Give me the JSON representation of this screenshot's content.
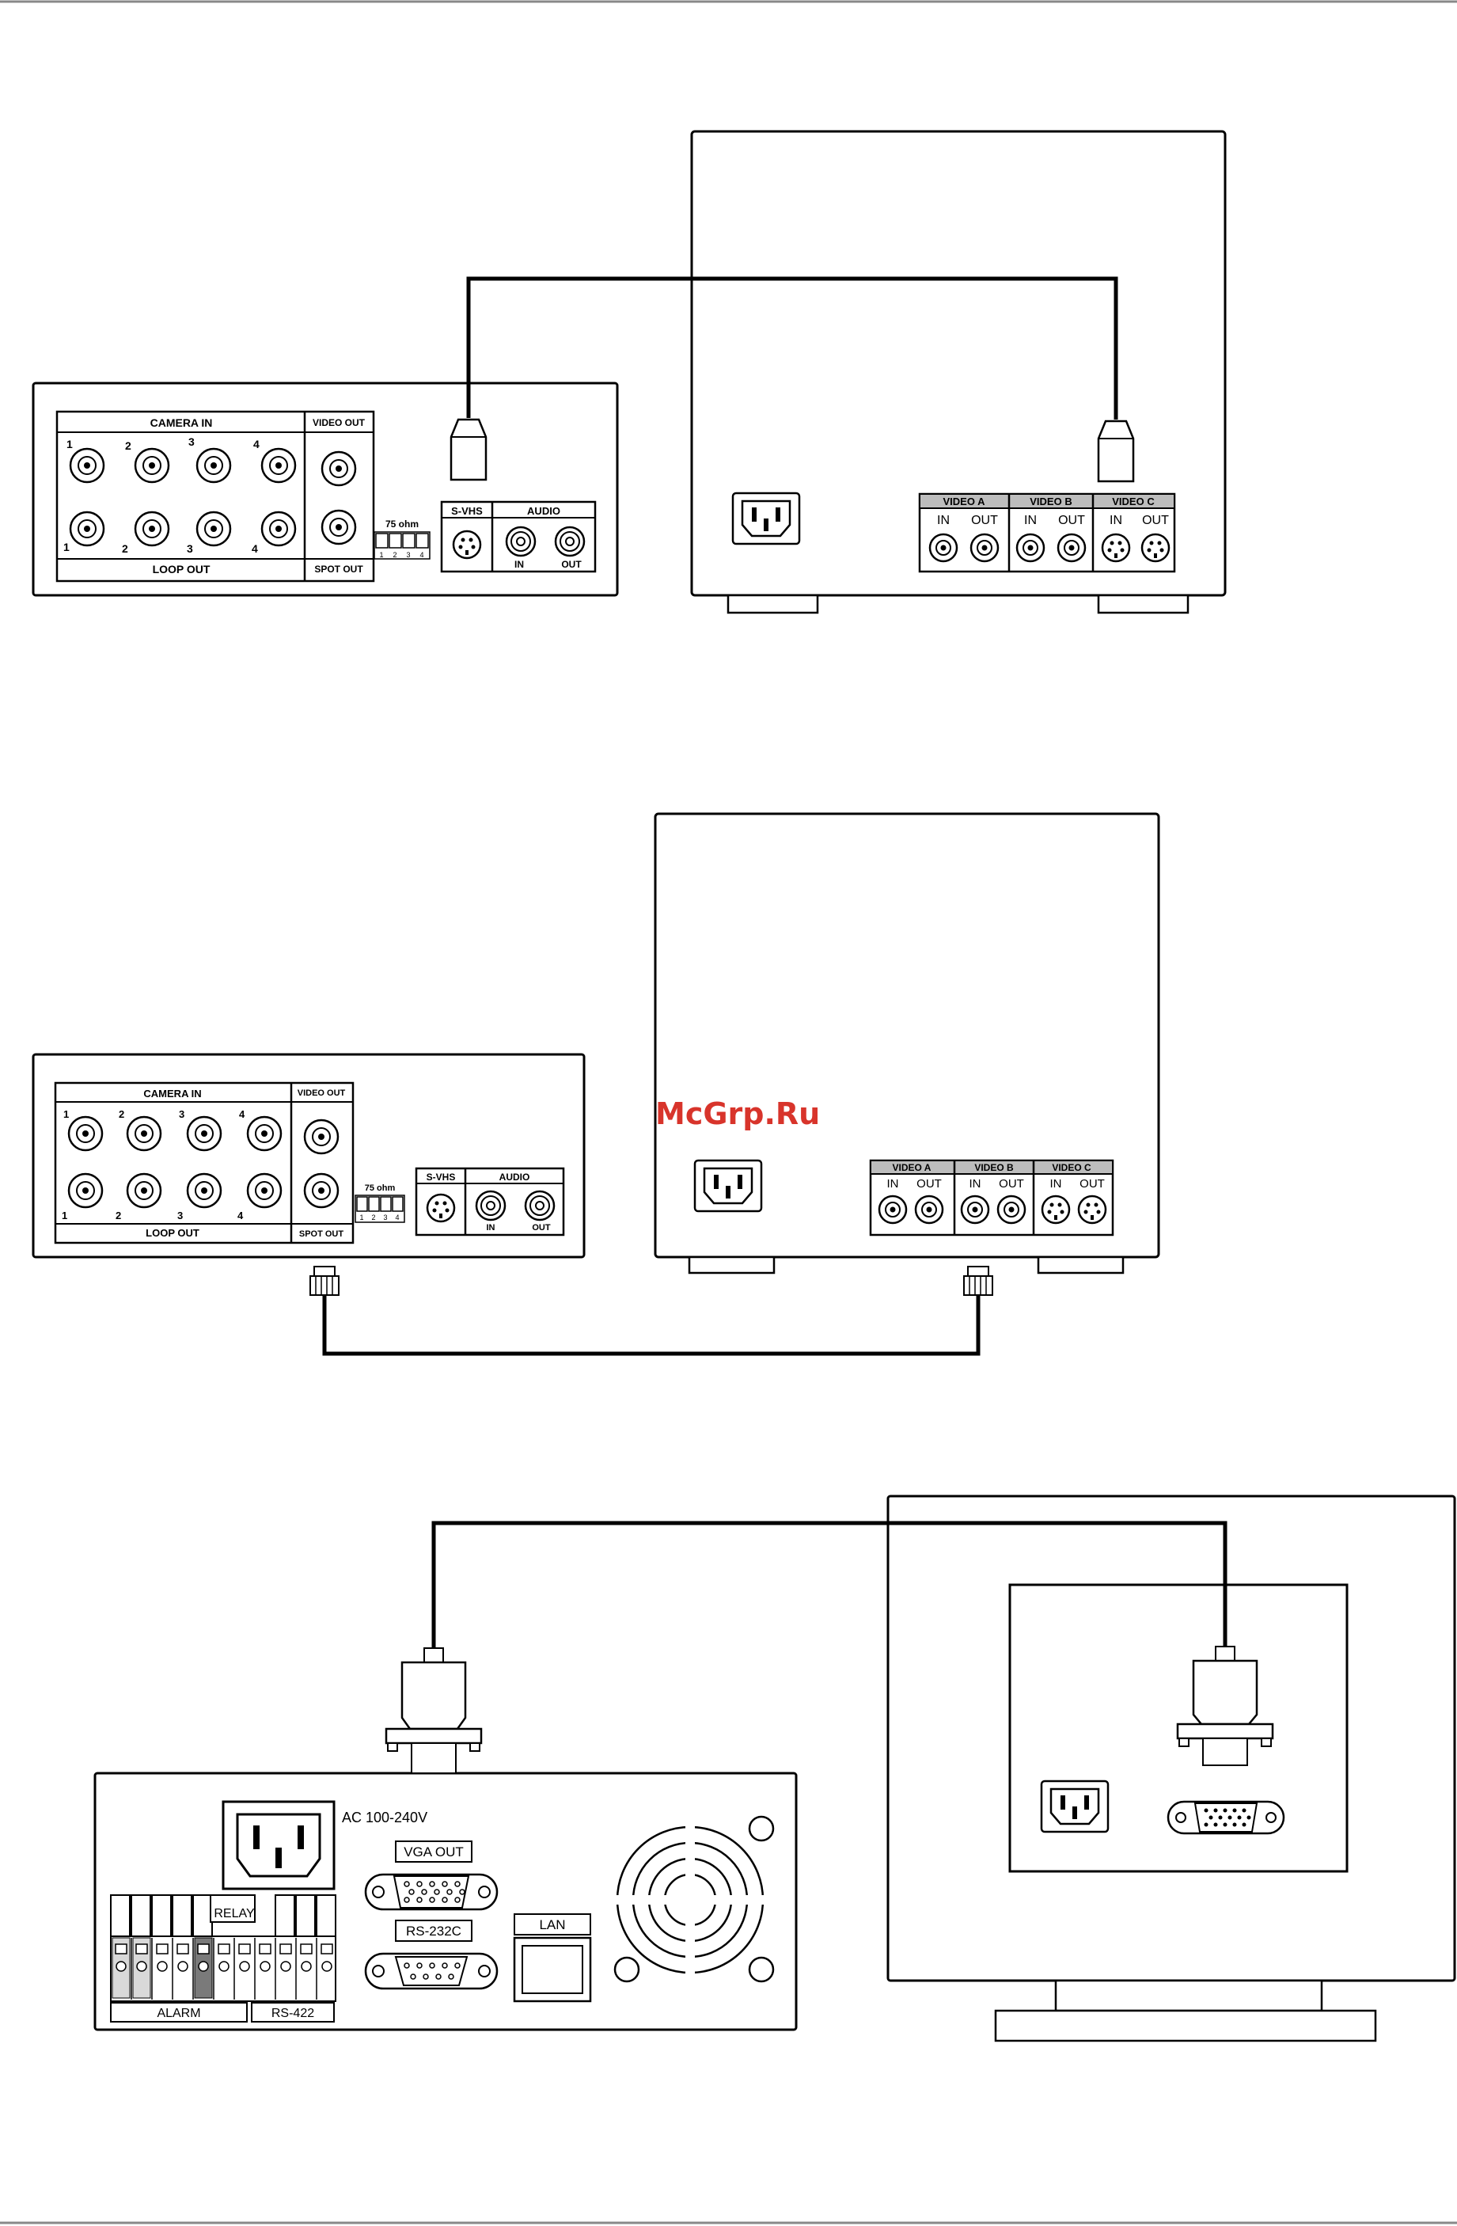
{
  "watermark": "McGrp.Ru",
  "dvr": {
    "camera_in": "CAMERA IN",
    "loop_out": "LOOP OUT",
    "video_out": "VIDEO OUT",
    "spot_out": "SPOT OUT",
    "termination": "75 ohm",
    "term_switches": [
      "1",
      "2",
      "3",
      "4"
    ],
    "channels": [
      "1",
      "2",
      "3",
      "4"
    ],
    "svhs": "S-VHS",
    "audio": "AUDIO",
    "audio_in": "IN",
    "audio_out": "OUT"
  },
  "vcr": {
    "video_a": "VIDEO A",
    "video_b": "VIDEO B",
    "video_c": "VIDEO C",
    "in": "IN",
    "out": "OUT"
  },
  "rear_panel": {
    "ac": "AC 100-240V",
    "vga_out": "VGA OUT",
    "rs232c": "RS-232C",
    "lan": "LAN",
    "relay": "RELAY",
    "alarm": "ALARM",
    "rs422": "RS-422"
  }
}
